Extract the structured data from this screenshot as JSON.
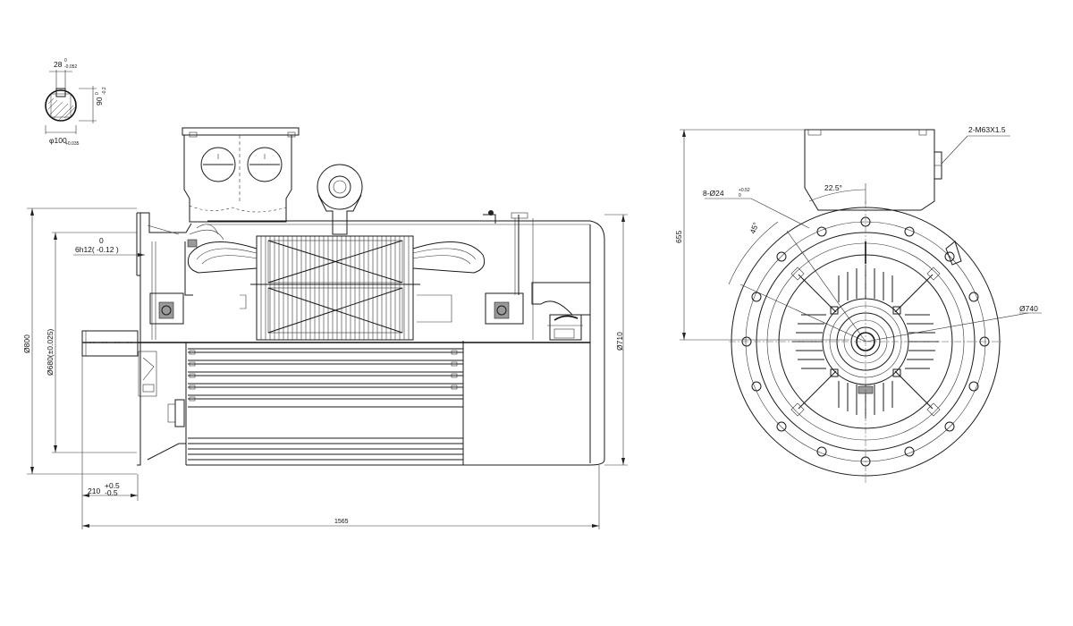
{
  "shaft_section": {
    "key_width": "28",
    "key_width_tol_upper": "0",
    "key_width_tol_lower": "-0.052",
    "key_depth": "90",
    "key_depth_tol_upper": "0",
    "key_depth_tol_lower": "-0.2",
    "shaft_dia": "φ100",
    "shaft_dia_tol": "+0.035"
  },
  "side_view": {
    "face_tol_top": "0",
    "face_tol_label": "6h12( -0.12 )",
    "flange_outer_dia": "Ø800",
    "spigot_dia": "Ø680(±0.025)",
    "spigot_length": "210",
    "spigot_length_tol_upper": "+0.5",
    "spigot_length_tol_lower": "-0.5",
    "overall_length": "1565",
    "frame_dia": "Ø710"
  },
  "end_view": {
    "cable_gland": "2-M63X1.5",
    "bolt_holes": "8-Ø24",
    "bolt_holes_tol_upper": "+0.52",
    "bolt_holes_tol_lower": "0",
    "angle_small": "22.5°",
    "angle_large": "45°",
    "height": "655",
    "pcd": "Ø740"
  }
}
